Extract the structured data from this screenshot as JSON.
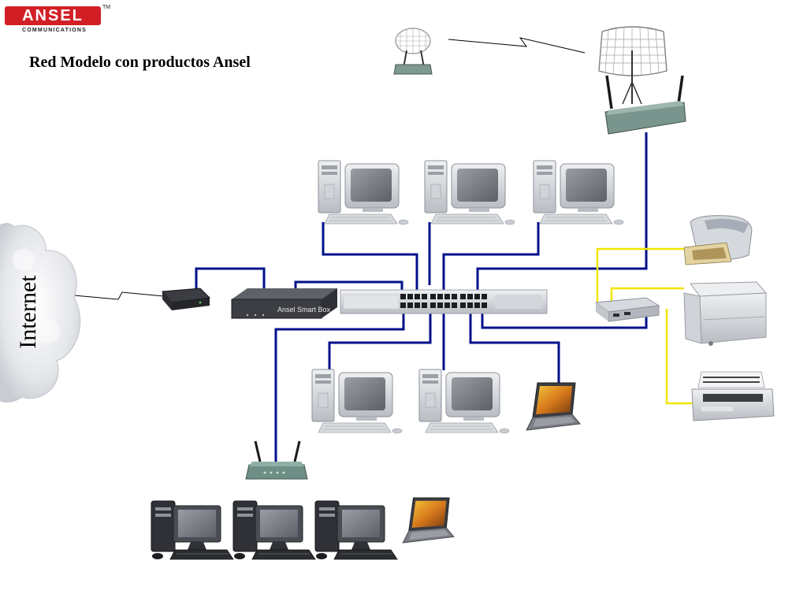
{
  "logo": {
    "brand": "ANSEL",
    "tm": "TM",
    "tagline": "COMMUNICATIONS"
  },
  "title": "Red Modelo con productos Ansel",
  "cloud_label": "Internet",
  "smart_box_label": "Ansel Smart Box",
  "colors": {
    "brand_red": "#d21f26",
    "cable_lan": "#00118a",
    "cable_printer": "#f2e600",
    "device_gray": "#c9ccd0",
    "device_green": "#6f8f86",
    "device_dark": "#3b3d42"
  },
  "icons": [
    "cloud-icon",
    "modem-icon",
    "smart-box-icon",
    "switch-icon",
    "access-point-icon",
    "grid-antenna-icon",
    "desktop-pc-icon",
    "laptop-icon",
    "inkjet-printer-icon",
    "laser-printer-icon",
    "dot-matrix-printer-icon",
    "print-server-icon"
  ]
}
